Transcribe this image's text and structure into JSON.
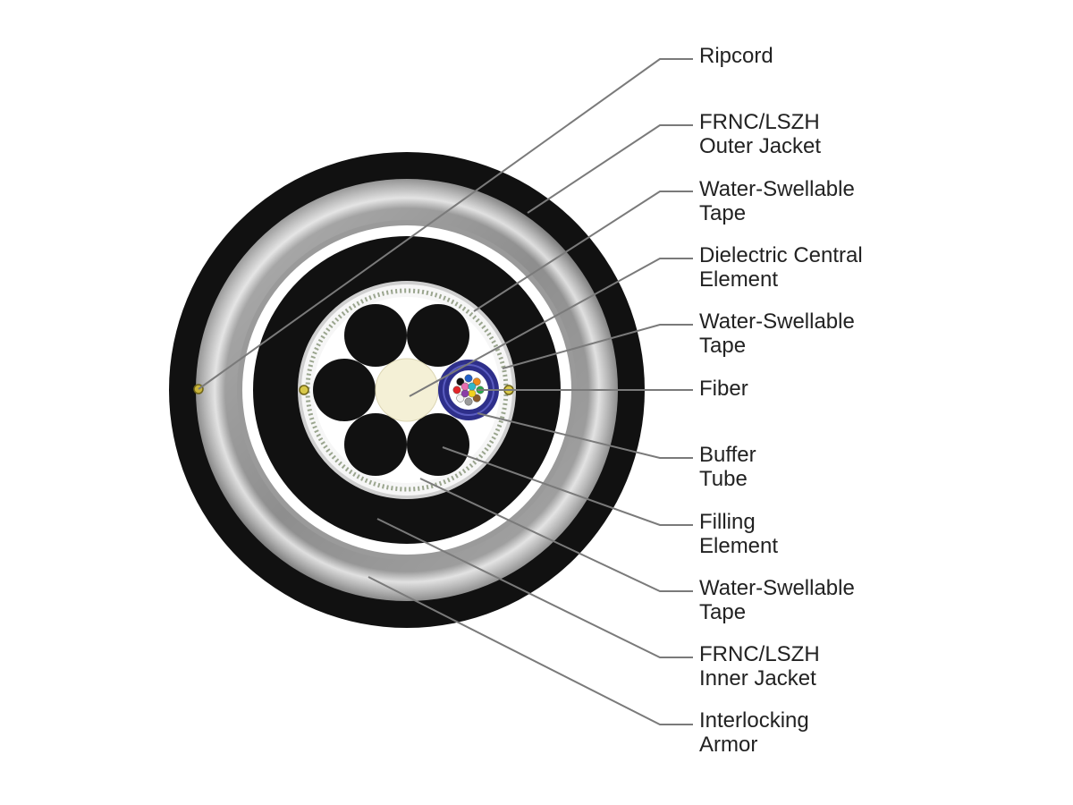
{
  "labels": [
    {
      "id": "ripcord",
      "lines": [
        "Ripcord"
      ]
    },
    {
      "id": "outer-jacket",
      "lines": [
        "FRNC/LSZH",
        "Outer Jacket"
      ]
    },
    {
      "id": "water-swellable-tape-outer",
      "lines": [
        "Water-Swellable",
        "Tape"
      ]
    },
    {
      "id": "dielectric-central-element",
      "lines": [
        "Dielectric Central",
        "Element"
      ]
    },
    {
      "id": "water-swellable-tape-core",
      "lines": [
        "Water-Swellable",
        "Tape"
      ]
    },
    {
      "id": "fiber",
      "lines": [
        "Fiber"
      ]
    },
    {
      "id": "buffer-tube",
      "lines": [
        "Buffer",
        "Tube"
      ]
    },
    {
      "id": "filling-element",
      "lines": [
        "Filling",
        "Element"
      ]
    },
    {
      "id": "water-swellable-tape-inner",
      "lines": [
        "Water-Swellable",
        "Tape"
      ]
    },
    {
      "id": "inner-jacket",
      "lines": [
        "FRNC/LSZH",
        "Inner Jacket"
      ]
    },
    {
      "id": "interlocking-armor",
      "lines": [
        "Interlocking",
        "Armor"
      ]
    }
  ],
  "colors": {
    "jacket": "#111111",
    "armor": "#b4b4b4",
    "tape": "#ffffff",
    "central_element": "#f4f0d6",
    "buffer_tube": "#2e2f8a",
    "leader_line": "#7a7a7a",
    "text": "#222222"
  },
  "fiber_colors": [
    "#1f5fc8",
    "#f08a1a",
    "#2aa84a",
    "#8b5a2b",
    "#9a9a9a",
    "#f4f4f4",
    "#e2262a",
    "#111111",
    "#f2d11e",
    "#8a3ea8",
    "#e86fb0",
    "#2fb7c9"
  ]
}
